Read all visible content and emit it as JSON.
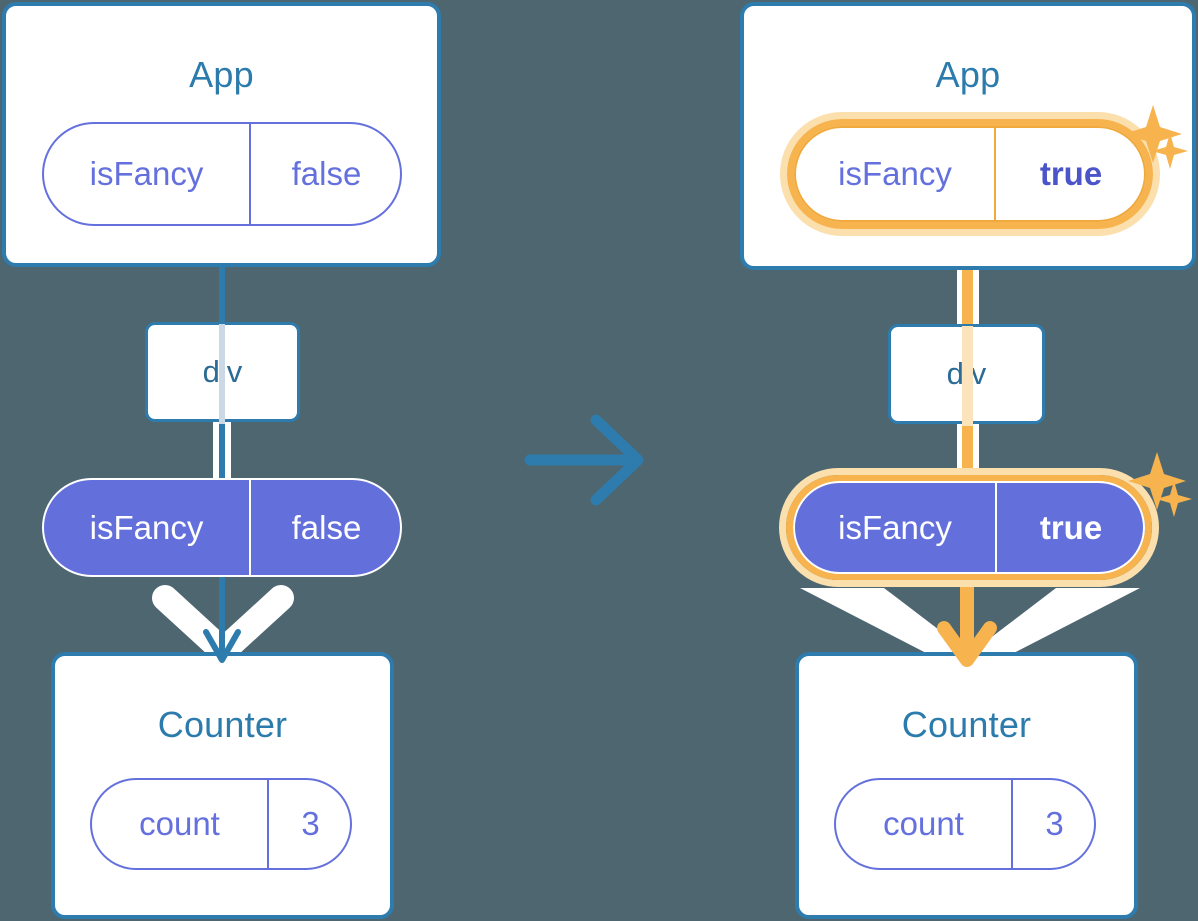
{
  "diagram": {
    "title": "React state propagation before and after update",
    "background_color": "#4D6670",
    "accent_blue": "#2D7CAD",
    "accent_purple": "#6370DC",
    "accent_orange": "#F7B34E",
    "accent_orange_pale": "#FBE0AE"
  },
  "transition_arrow": {
    "icon": "arrow-right-icon",
    "color": "#2D7CAD"
  },
  "before": {
    "app": {
      "title": "App",
      "state": {
        "key": "isFancy",
        "value": "false",
        "style": "outline",
        "highlighted": false
      }
    },
    "div": {
      "label": "div"
    },
    "prop": {
      "key": "isFancy",
      "value": "false",
      "style": "filled",
      "highlighted": false
    },
    "counter": {
      "title": "Counter",
      "state": {
        "key": "count",
        "value": "3",
        "style": "outline",
        "highlighted": false
      }
    },
    "flow_color": "#2D7CAD"
  },
  "after": {
    "app": {
      "title": "App",
      "state": {
        "key": "isFancy",
        "value": "true",
        "style": "outline",
        "highlighted": true
      }
    },
    "div": {
      "label": "div"
    },
    "prop": {
      "key": "isFancy",
      "value": "true",
      "style": "filled",
      "highlighted": true
    },
    "counter": {
      "title": "Counter",
      "state": {
        "key": "count",
        "value": "3",
        "style": "outline",
        "highlighted": false
      }
    },
    "flow_color": "#F7B34E",
    "sparkles": [
      {
        "name": "sparkle-large-icon"
      },
      {
        "name": "sparkle-small-icon"
      }
    ]
  }
}
